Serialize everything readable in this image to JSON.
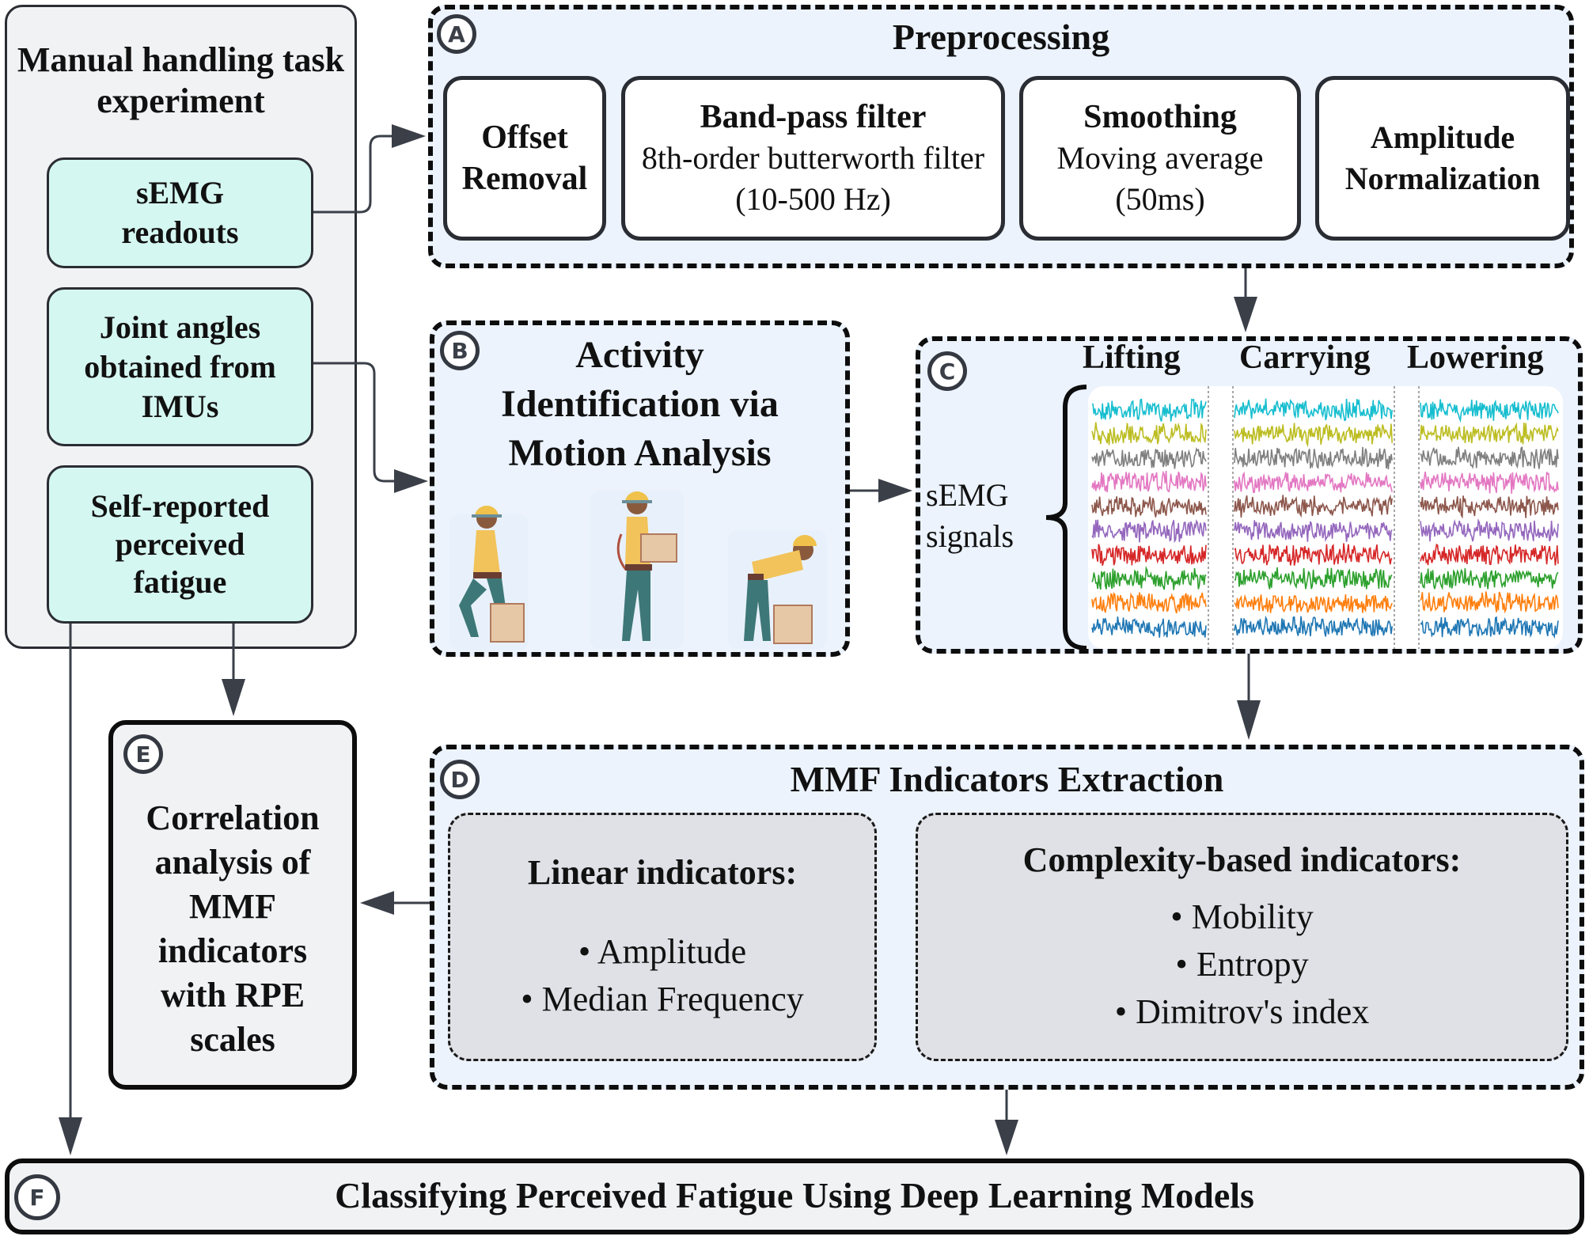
{
  "experiment": {
    "title": "Manual handling task experiment",
    "inputs": [
      {
        "label": "sEMG readouts"
      },
      {
        "label": "Joint angles obtained from IMUs"
      },
      {
        "label": "Self-reported perceived fatigue"
      }
    ]
  },
  "panels": {
    "A": {
      "badge": "A",
      "title": "Preprocessing",
      "steps": [
        {
          "heading": "Offset Removal",
          "detail": ""
        },
        {
          "heading": "Band-pass filter",
          "detail": "8th-order butterworth filter (10-500 Hz)"
        },
        {
          "heading": "Smoothing",
          "detail": "Moving average (50ms)"
        },
        {
          "heading": "Amplitude Normalization",
          "detail": ""
        }
      ]
    },
    "B": {
      "badge": "B",
      "title": "Activity Identification via Motion Analysis",
      "illustration": "workers-lifting-carrying-lowering"
    },
    "C": {
      "badge": "C",
      "phases": [
        "Lifting",
        "Carrying",
        "Lowering"
      ],
      "signal_label": "sEMG signals",
      "channel_colors": [
        "#17becf",
        "#bcbd22",
        "#7f7f7f",
        "#e377c2",
        "#8c564b",
        "#9467bd",
        "#d62728",
        "#2ca02c",
        "#ff7f0e",
        "#1f77b4"
      ]
    },
    "D": {
      "badge": "D",
      "title": "MMF Indicators Extraction",
      "groups": [
        {
          "heading": "Linear indicators:",
          "items": [
            "Amplitude",
            "Median Frequency"
          ]
        },
        {
          "heading": "Complexity-based indicators:",
          "items": [
            "Mobility",
            "Entropy",
            "Dimitrov's index"
          ]
        }
      ]
    },
    "E": {
      "badge": "E",
      "title": "Correlation analysis of MMF indicators with RPE scales"
    },
    "F": {
      "badge": "F",
      "title": "Classifying Perceived Fatigue Using Deep Learning Models"
    }
  },
  "colors": {
    "panel_fill": "#ecf3fd",
    "input_fill": "#d5f7f1",
    "gray_fill": "#f1f2f4",
    "indicator_fill": "#dfe1e6",
    "arrow": "#3a3f48"
  }
}
